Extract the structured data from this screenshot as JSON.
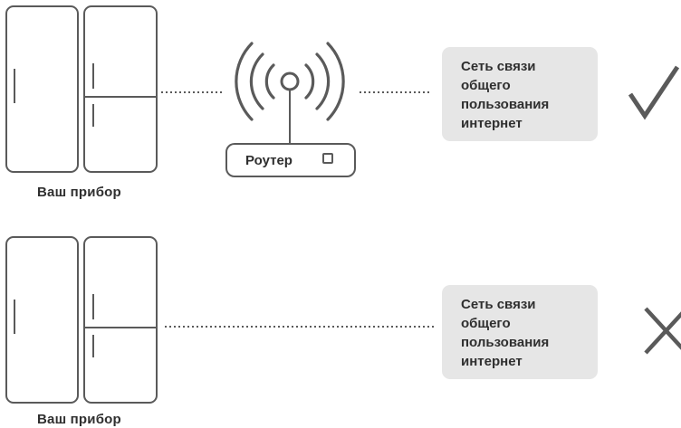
{
  "scenarios": [
    {
      "device_label": "Ваш прибор",
      "router_label": "Роутер",
      "network_text": "Сеть связи\nобщего\nпользования\nинтернет",
      "result_icon": "check-icon"
    },
    {
      "device_label": "Ваш прибор",
      "network_text": "Сеть связи\nобщего\nпользования\nинтернет",
      "result_icon": "cross-icon"
    }
  ],
  "colors": {
    "stroke": "#5a5a5a",
    "network_box": "#e6e6e6",
    "text": "#2f2f2f"
  }
}
